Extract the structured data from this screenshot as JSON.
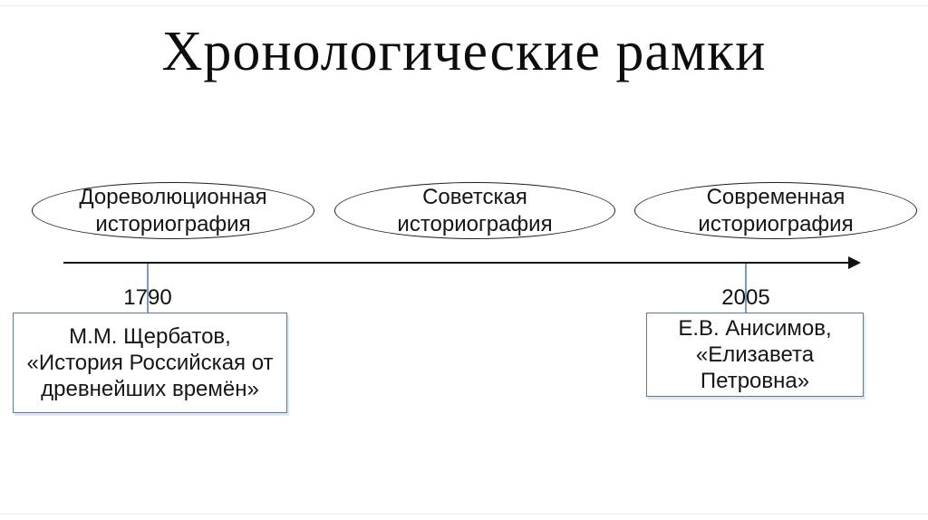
{
  "slide": {
    "title": "Хронологические рамки",
    "background": "#ffffff",
    "colors": {
      "text": "#111111",
      "timeline_line": "#111111",
      "tick_line": "#7d9cbd",
      "box_border": "#5f7a94",
      "ellipse_outline": "#1f1f1f"
    }
  },
  "ellipses": [
    {
      "lines": [
        "Дореволюционная",
        "историография"
      ]
    },
    {
      "lines": [
        "Советская",
        "историография"
      ]
    },
    {
      "lines": [
        "Современная",
        "историография"
      ]
    }
  ],
  "timeline": {
    "markers": [
      {
        "year": "1790",
        "box_lines": [
          "М.М. Щербатов,",
          "«История Российская от",
          "древнейших времён»"
        ]
      },
      {
        "year": "2005",
        "box_lines": [
          "Е.В. Анисимов,",
          "«Елизавета",
          "Петровна»"
        ]
      }
    ]
  }
}
